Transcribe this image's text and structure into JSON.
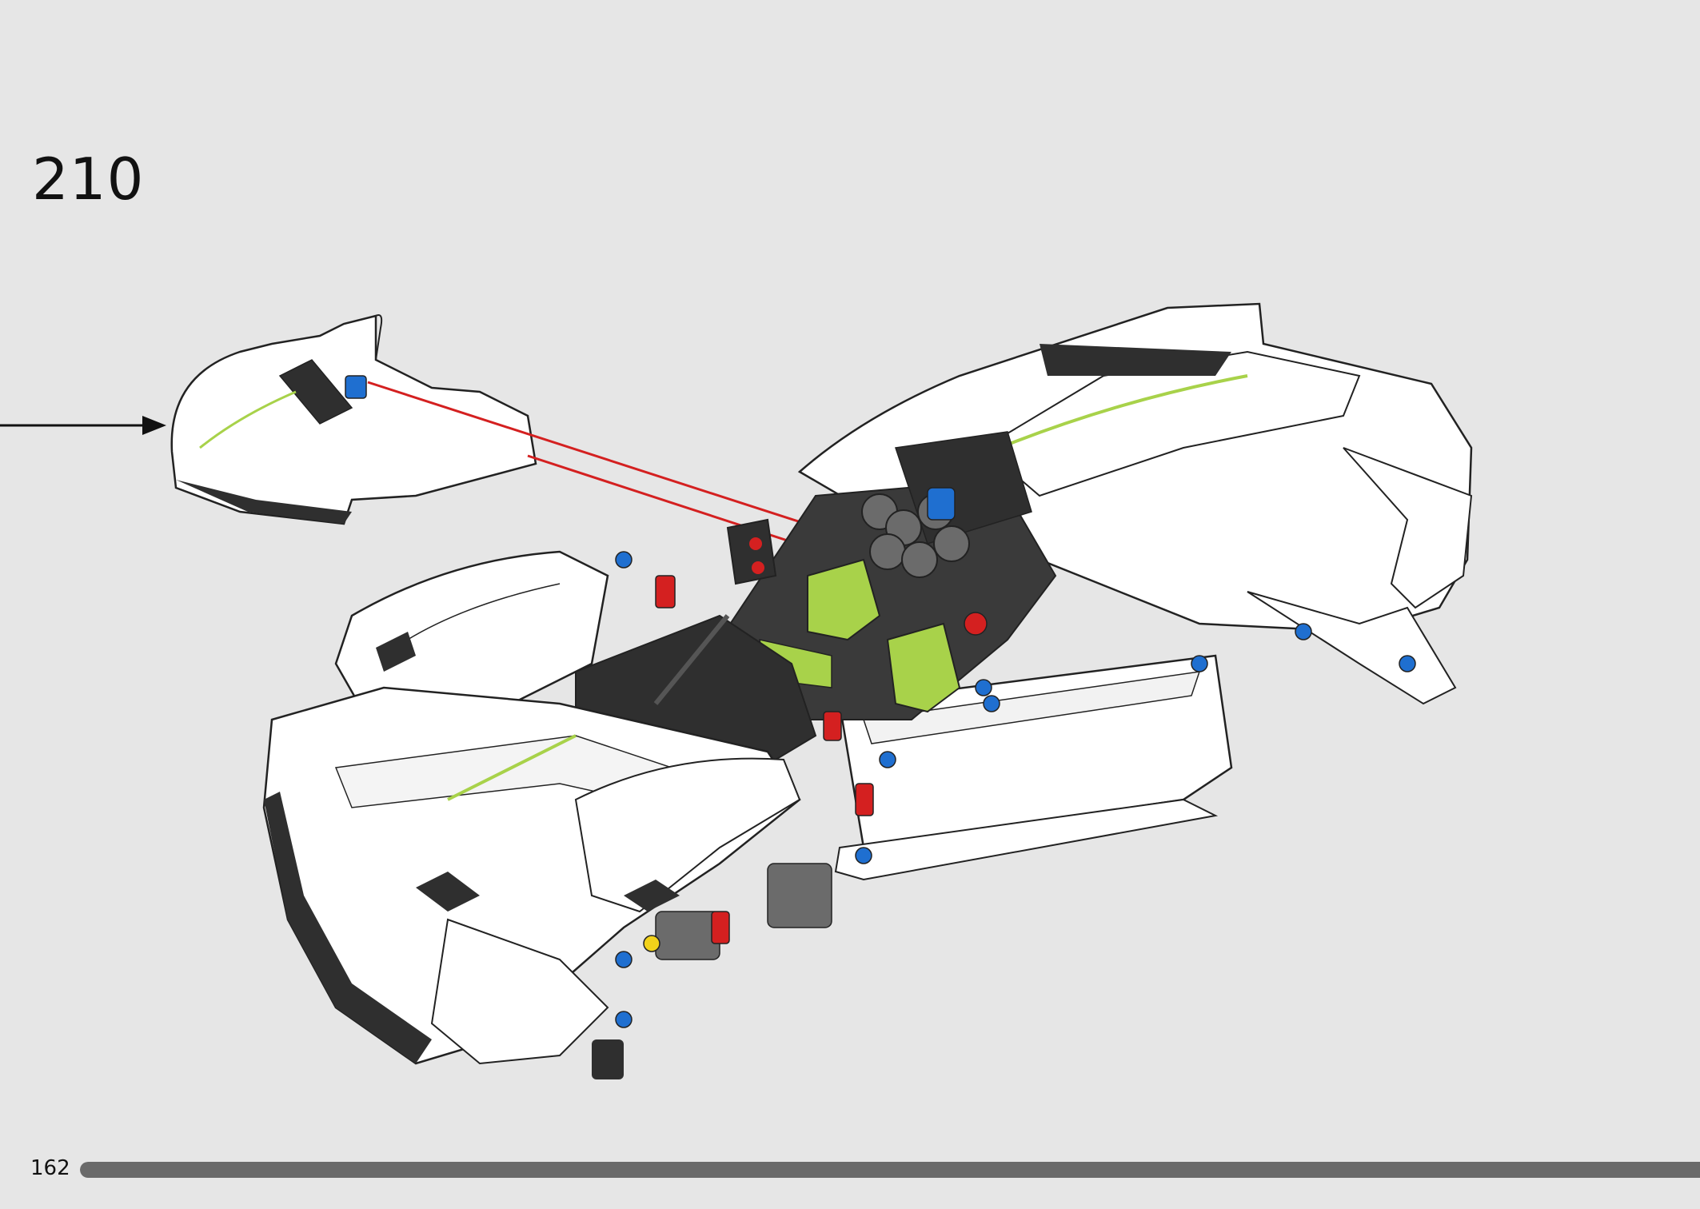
{
  "step": {
    "number": "210"
  },
  "footer": {
    "page_number": "162",
    "progress": 1.0
  },
  "colors": {
    "background": "#e6e6e6",
    "body_white": "#ffffff",
    "dark_grey": "#2f2f2f",
    "mid_grey": "#6b6b6b",
    "lime": "#a8d24a",
    "red": "#d42020",
    "blue": "#1f6fd0",
    "yellow": "#f2d21a"
  },
  "icons": {
    "pointer_arrow": "arrow-right-icon",
    "placement_lines": "red-guide-lines"
  }
}
